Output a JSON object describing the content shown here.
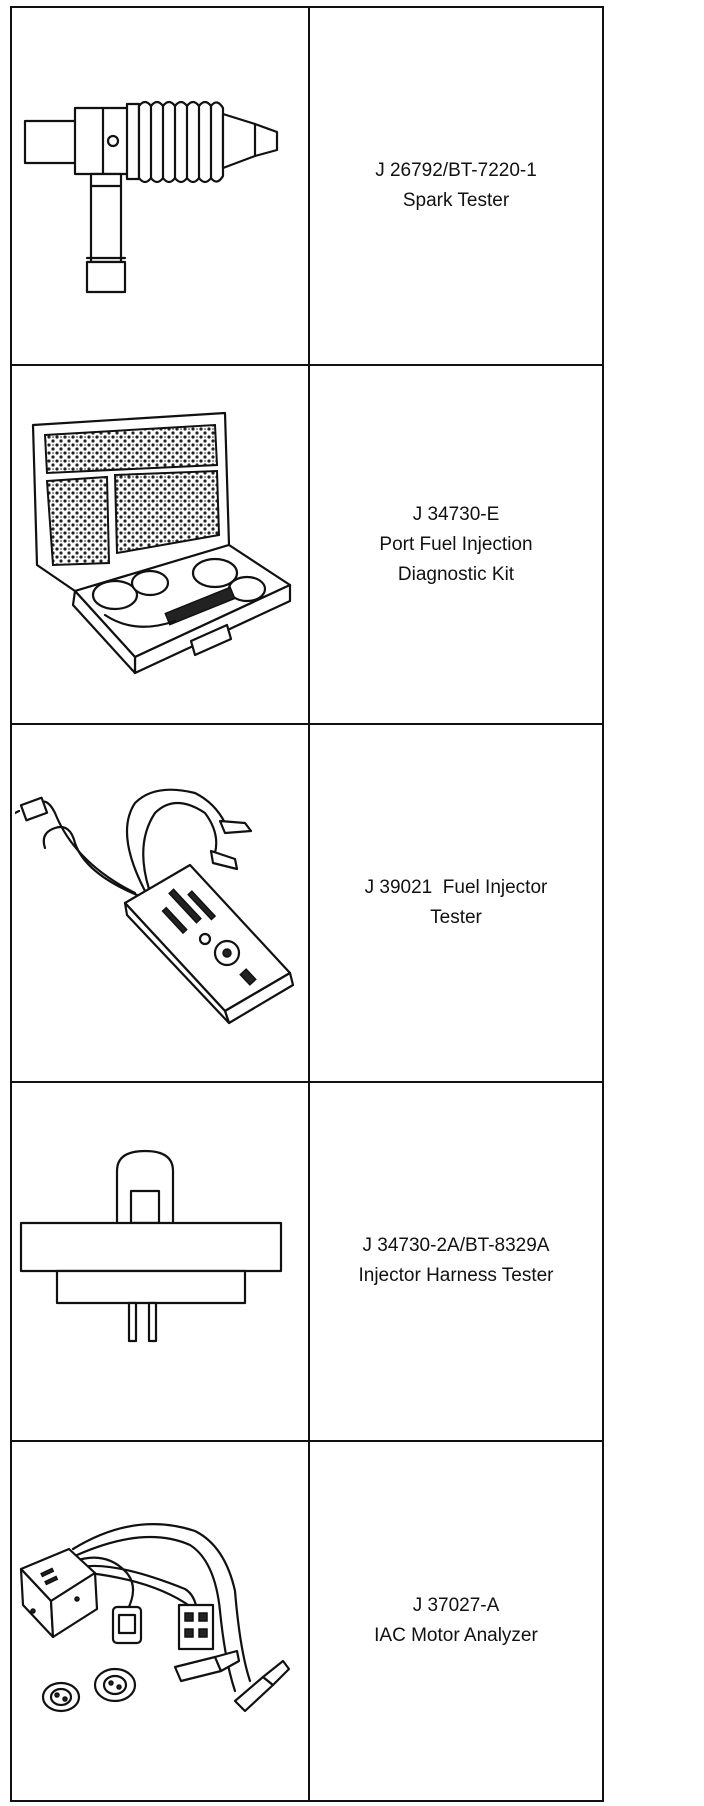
{
  "tools": [
    {
      "part_number": "J 26792/BT-7220-1",
      "name_lines": [
        "Spark Tester"
      ],
      "icon": "spark-tester-icon"
    },
    {
      "part_number": "J 34730-E",
      "name_lines": [
        "Port Fuel Injection",
        "Diagnostic Kit"
      ],
      "icon": "diagnostic-kit-case-icon"
    },
    {
      "part_number": "J 39021  Fuel Injector",
      "name_lines": [
        "Tester"
      ],
      "icon": "fuel-injector-tester-icon"
    },
    {
      "part_number": "J 34730-2A/BT-8329A",
      "name_lines": [
        "Injector Harness Tester"
      ],
      "icon": "injector-harness-tester-icon"
    },
    {
      "part_number": "J 37027-A",
      "name_lines": [
        "IAC Motor Analyzer"
      ],
      "icon": "iac-motor-analyzer-icon"
    }
  ]
}
